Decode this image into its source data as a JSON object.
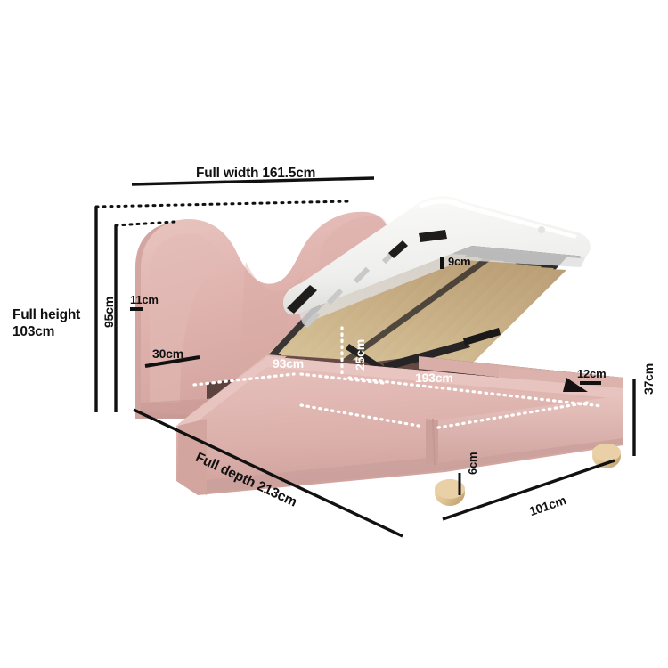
{
  "product": {
    "type": "ottoman-storage-bed",
    "headboard_shape": "cloud-wave",
    "colors": {
      "upholstery_pink": "#dfb2ad",
      "upholstery_pink_light": "#e8c4bf",
      "upholstery_pink_shadow": "#c79a95",
      "interior_dark": "#5c423f",
      "interior_black": "#221e1e",
      "slat_wood": "#cdb храм88",
      "mattress_white": "#f2f2f0",
      "leg_wood": "#e3c79a",
      "frame_black": "#2a2a2a",
      "line_black": "#111111",
      "line_white": "#ffffff",
      "background": "#ffffff"
    }
  },
  "dimensions": {
    "full_width": {
      "label": "Full width 161.5cm",
      "value": 161.5,
      "unit": "cm",
      "style": "solid-black",
      "position": "top"
    },
    "full_height": {
      "label": "Full height\n103cm",
      "line1": "Full height",
      "line2": "103cm",
      "value": 103,
      "unit": "cm",
      "style": "solid-black",
      "position": "left"
    },
    "full_depth": {
      "label": "Full depth 213cm",
      "value": 213,
      "unit": "cm",
      "style": "solid-black",
      "position": "bottom-left-diagonal"
    },
    "headboard_height": {
      "label": "95cm",
      "value": 95,
      "unit": "cm",
      "orientation": "vertical",
      "style": "solid-black"
    },
    "headboard_thickness": {
      "label": "11cm",
      "value": 11,
      "unit": "cm",
      "style": "solid-black"
    },
    "headboard_post_width": {
      "label": "30cm",
      "value": 30,
      "unit": "cm",
      "style": "solid-black"
    },
    "slat_base_thickness": {
      "label": "9cm",
      "value": 9,
      "unit": "cm",
      "style": "solid-black"
    },
    "storage_width": {
      "label": "93cm",
      "value": 93,
      "unit": "cm",
      "style": "dotted-white"
    },
    "storage_depth_internal": {
      "label": "25cm",
      "value": 25,
      "unit": "cm",
      "orientation": "vertical",
      "style": "dotted-white"
    },
    "storage_length": {
      "label": "193cm",
      "value": 193,
      "unit": "cm",
      "style": "dotted-white"
    },
    "side_rail_thickness": {
      "label": "12cm",
      "value": 12,
      "unit": "cm",
      "style": "solid-black"
    },
    "base_height": {
      "label": "37cm",
      "value": 37,
      "unit": "cm",
      "orientation": "vertical",
      "style": "solid-black"
    },
    "leg_height": {
      "label": "6cm",
      "value": 6,
      "unit": "cm",
      "orientation": "vertical",
      "style": "solid-black"
    },
    "bed_width_foot": {
      "label": "101cm",
      "value": 101,
      "unit": "cm",
      "style": "solid-black",
      "position": "bottom-right-diagonal"
    }
  }
}
